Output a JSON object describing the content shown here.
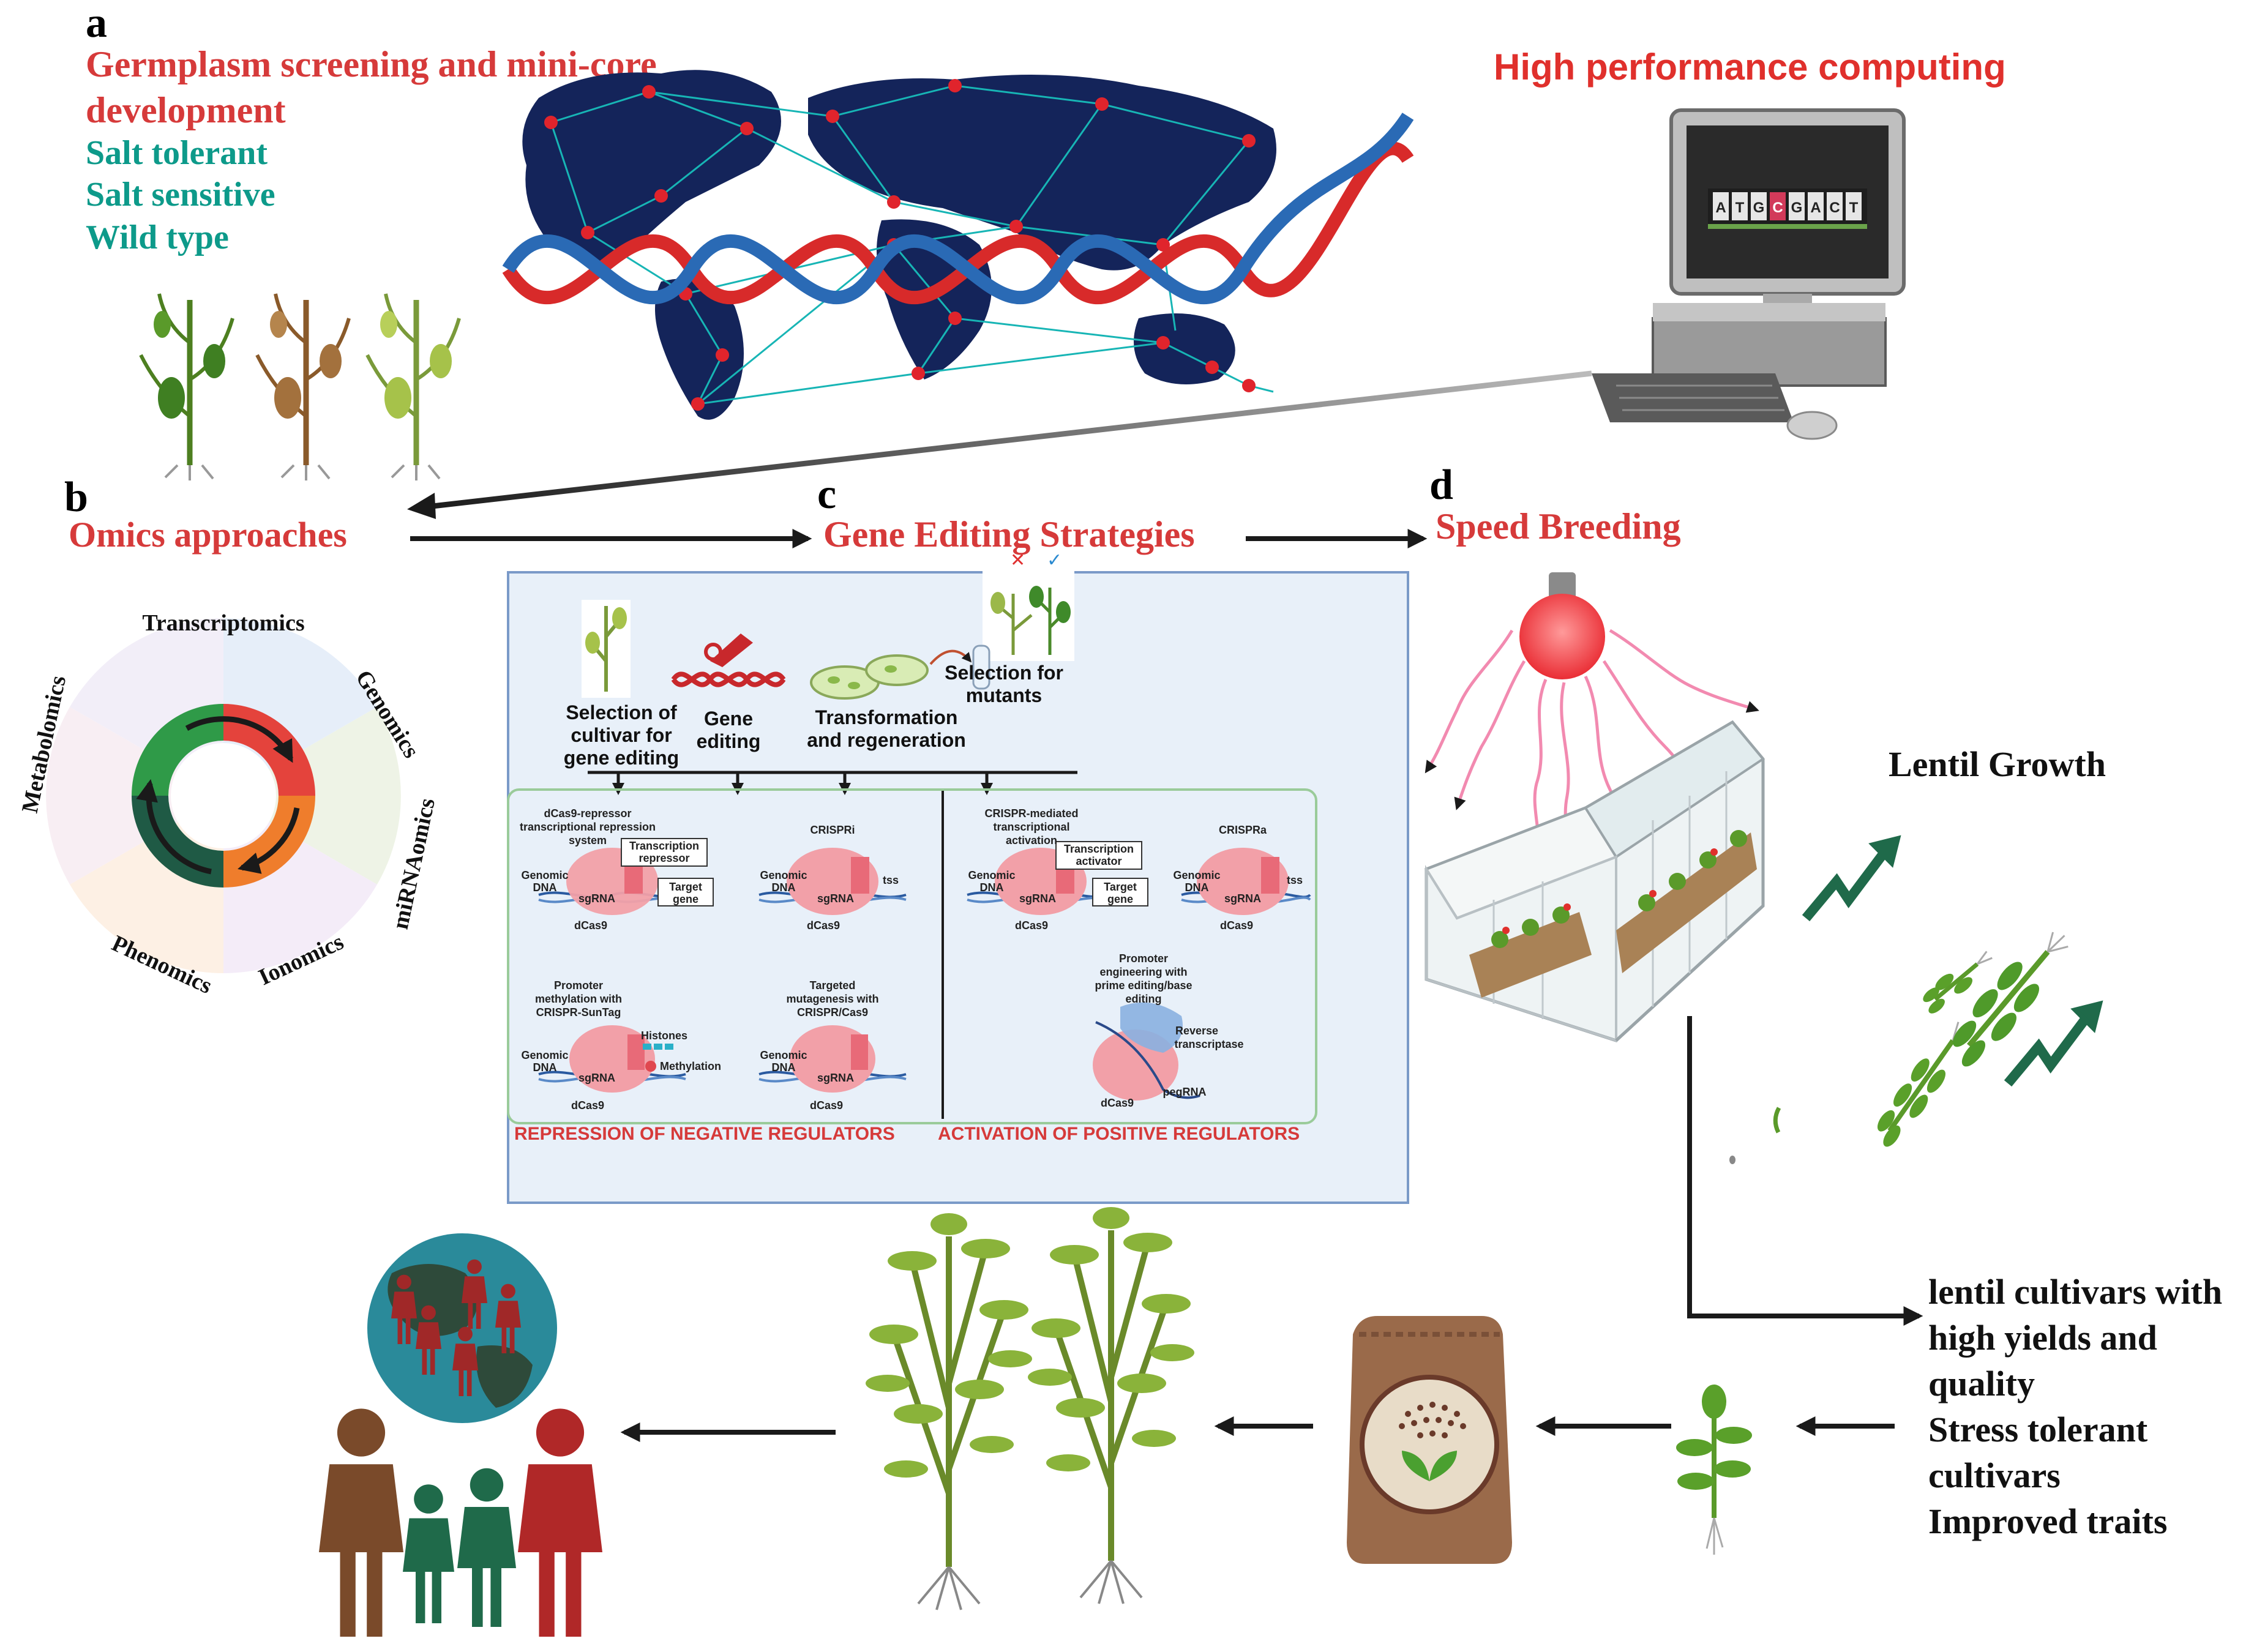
{
  "panels": {
    "a": {
      "letter": "a",
      "title_line1": "Germplasm screening and mini-core",
      "title_line2": "development",
      "categories": [
        "Salt tolerant",
        "Salt sensitive",
        "Wild type"
      ]
    },
    "hpc": {
      "title": "High performance computing",
      "sequence": [
        "A",
        "T",
        "G",
        "C",
        "G",
        "A",
        "C",
        "T"
      ]
    },
    "b": {
      "letter": "b",
      "title": "Omics approaches",
      "wheel": [
        "Transcriptomics",
        "Genomics",
        "miRNAomics",
        "Ionomics",
        "Phenomics",
        "Metabolomics"
      ]
    },
    "c": {
      "letter": "c",
      "title": "Gene Editing Strategies",
      "steps": {
        "select_l1": "Selection of",
        "select_l2": "cultivar for",
        "select_l3": "gene editing",
        "edit_l1": "Gene",
        "edit_l2": "editing",
        "transform_l1": "Transformation",
        "transform_l2": "and regeneration",
        "mutant_l1": "Selection for",
        "mutant_l2": "mutants"
      },
      "repression": {
        "heading": "REPRESSION OF NEGATIVE REGULATORS",
        "dcas9_l1": "dCas9-repressor",
        "dcas9_l2": "transcriptional repression",
        "dcas9_l3": "system",
        "repressor_l1": "Transcription",
        "repressor_l2": "repressor",
        "target_l1": "Target",
        "target_l2": "gene",
        "crispri": "CRISPRi",
        "promoter_l1": "Promoter",
        "promoter_l2": "methylation with",
        "promoter_l3": "CRISPR-SunTag",
        "histones": "Histones",
        "methylation": "Methylation",
        "targeted_l1": "Targeted",
        "targeted_l2": "mutagenesis with",
        "targeted_l3": "CRISPR/Cas9"
      },
      "activation": {
        "heading": "ACTIVATION OF POSITIVE REGULATORS",
        "med_l1": "CRISPR-mediated",
        "med_l2": "transcriptional",
        "med_l3": "activation",
        "activator_l1": "Transcription",
        "activator_l2": "activator",
        "target_l1": "Target",
        "target_l2": "gene",
        "crispra": "CRISPRa",
        "prom_l1": "Promoter",
        "prom_l2": "engineering with",
        "prom_l3": "prime editing/base",
        "prom_l4": "editing",
        "rt_l1": "Reverse",
        "rt_l2": "transcriptase",
        "pegrna": "pegRNA"
      },
      "labels": {
        "genomic": "Genomic",
        "dna": "DNA",
        "sgrna": "sgRNA",
        "dcas9": "dCas9",
        "tss": "tss"
      }
    },
    "d": {
      "letter": "d",
      "title": "Speed Breeding"
    },
    "lentil": {
      "title": "Lentil Growth"
    },
    "outcomes": [
      "lentil cultivars with",
      "high yields and",
      "quality",
      "Stress tolerant",
      "cultivars",
      "Improved traits"
    ]
  },
  "colors": {
    "red": "#d63a3a",
    "teal": "#0d9a8a",
    "navy": "#14245a",
    "leaf": "#6f9a2a",
    "arrow": "#1a1a1a"
  }
}
